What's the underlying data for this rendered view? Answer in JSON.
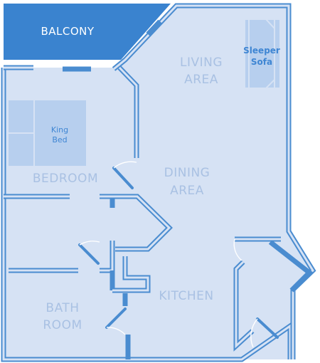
{
  "rooms": {
    "balcony": "BALCONY",
    "living": [
      "LIVING",
      "AREA"
    ],
    "dining": [
      "DINING",
      "AREA"
    ],
    "bedroom": "BEDROOM",
    "kitchen": "KITCHEN",
    "bath": [
      "BATH",
      "ROOM"
    ]
  },
  "furniture": {
    "sofa": [
      "Sleeper",
      "Sofa"
    ],
    "bed": [
      "King",
      "Bed"
    ]
  },
  "colors": {
    "floor": "#d6e2f4",
    "wall": "#4a8cd0",
    "balcony": "#3a83cf",
    "furniture": "#b7cfee"
  }
}
